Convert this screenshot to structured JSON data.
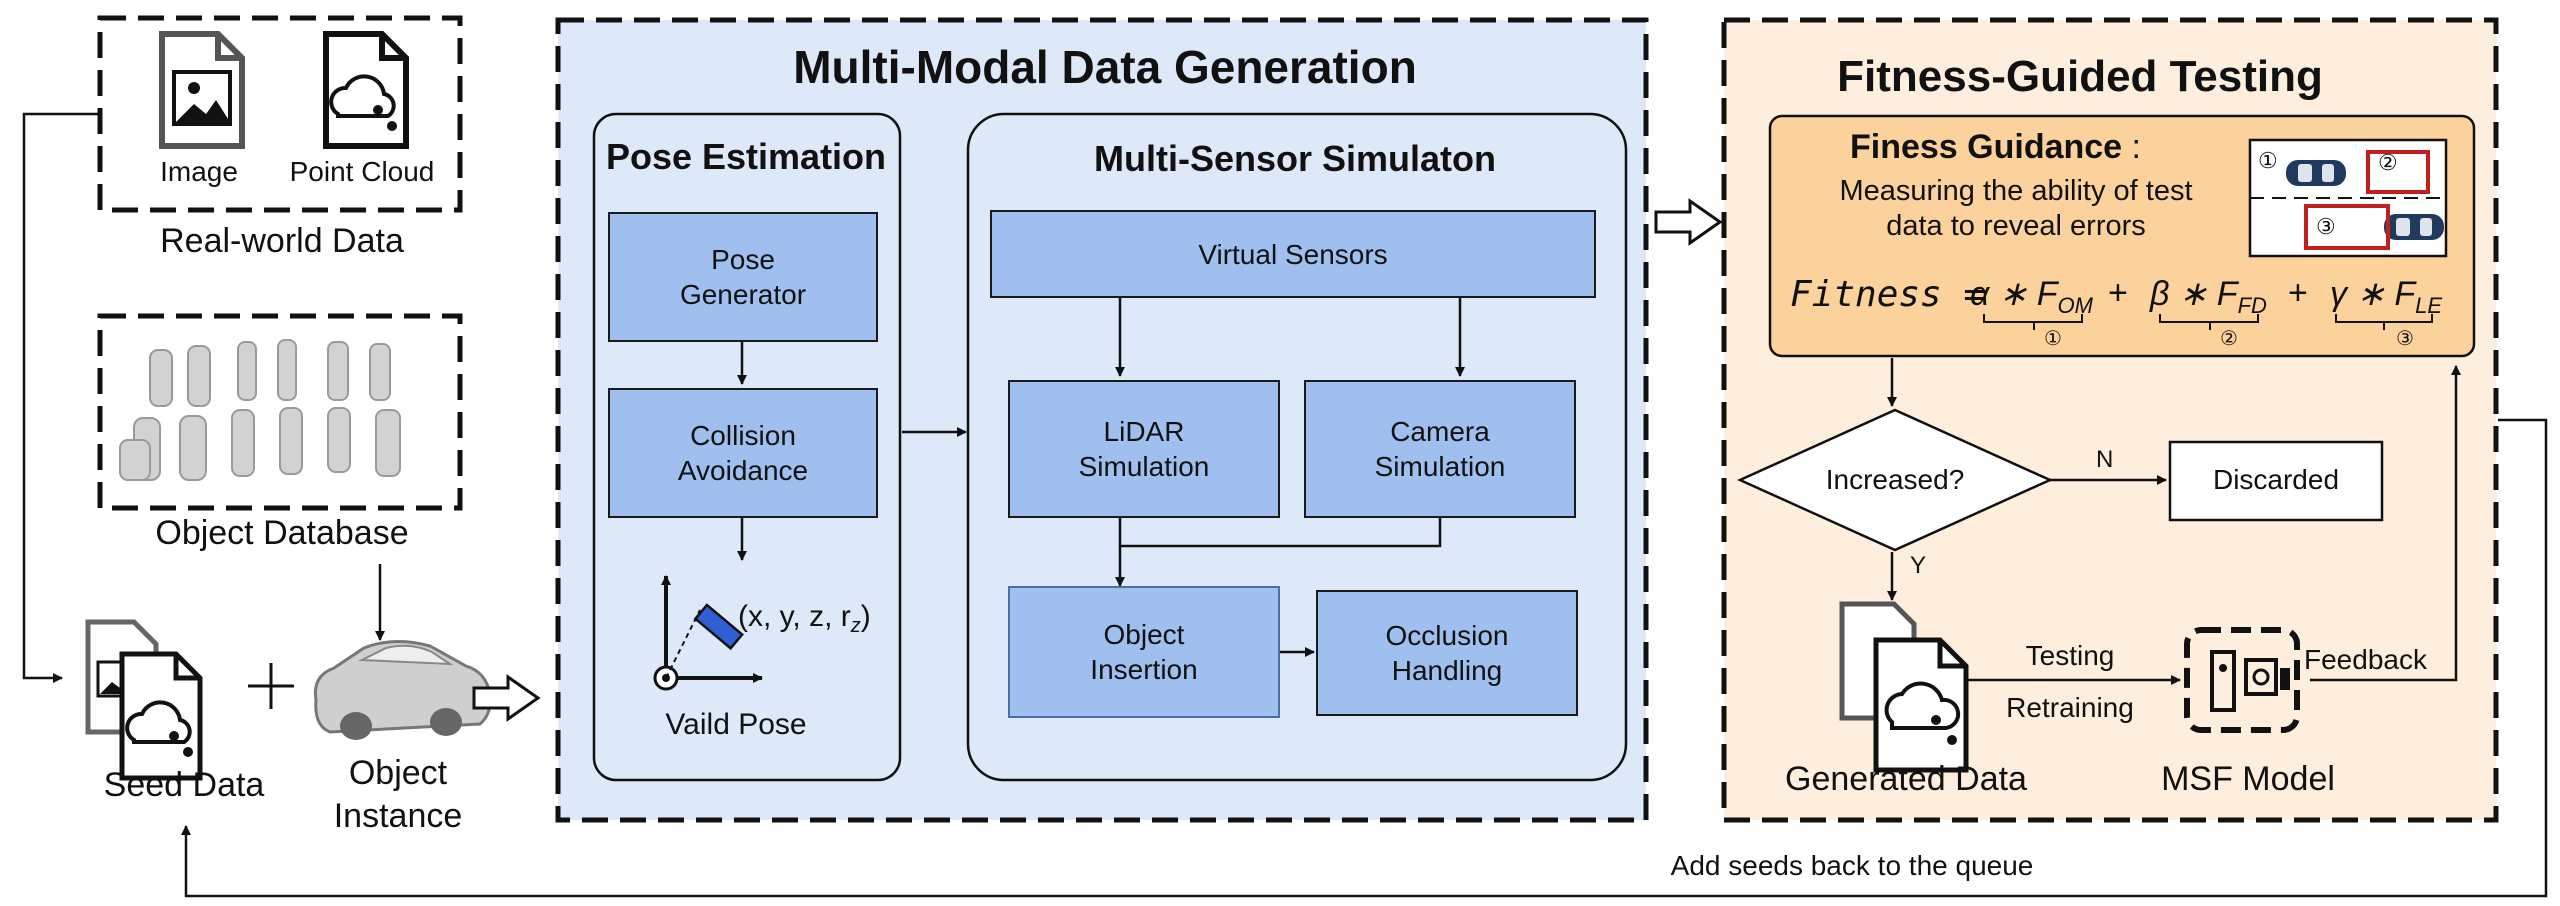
{
  "left": {
    "image_label": "Image",
    "pointcloud_label": "Point Cloud",
    "realworld_label": "Real-world Data",
    "objectdb_label": "Object Database",
    "seed_label": "Seed Data",
    "object_instance_line1": "Object",
    "object_instance_line2": "Instance",
    "plus": "+"
  },
  "mmdg": {
    "title": "Multi-Modal Data Generation",
    "pose_title": "Pose Estimation",
    "pose_generator_l1": "Pose",
    "pose_generator_l2": "Generator",
    "collision_l1": "Collision",
    "collision_l2": "Avoidance",
    "pose_formula": "(x, y, z, r",
    "pose_formula_sub": "z",
    "pose_formula_end": ")",
    "valid_pose": "Vaild Pose",
    "msim_title": "Multi-Sensor Simulaton",
    "virtual_sensors": "Virtual Sensors",
    "lidar_l1": "LiDAR",
    "lidar_l2": "Simulation",
    "camera_l1": "Camera",
    "camera_l2": "Simulation",
    "insertion_l1": "Object",
    "insertion_l2": "Insertion",
    "occlusion_l1": "Occlusion",
    "occlusion_l2": "Handling"
  },
  "fgt": {
    "title": "Fitness-Guided Testing",
    "guidance_title": "Finess Guidance",
    "guidance_colon": " :",
    "guidance_desc_l1": "Measuring the ability of test",
    "guidance_desc_l2": "data to reveal errors",
    "formula": {
      "lhs": "Fitness",
      "eq": " = ",
      "t1": "α ∗ F",
      "t1_sub": "OM",
      "t2": "β ∗ F",
      "t2_sub": "FD",
      "t3": "γ ∗ F",
      "t3_sub": "LE",
      "plus": "+",
      "m1": "①",
      "m2": "②",
      "m3": "③"
    },
    "decision": "Increased?",
    "no": "N",
    "yes": "Y",
    "discarded": "Discarded",
    "generated": "Generated Data",
    "testing": "Testing",
    "retraining": "Retraining",
    "model": "MSF Model",
    "feedback": "Feedback",
    "loop": "Add seeds back to the queue"
  },
  "colors": {
    "mmdg_bg": "#dde8f8",
    "fgt_bg": "#fdeedd",
    "guidance_bg": "#fbd19c",
    "box_blue": "#9fbfee",
    "red": "#c0201e"
  }
}
